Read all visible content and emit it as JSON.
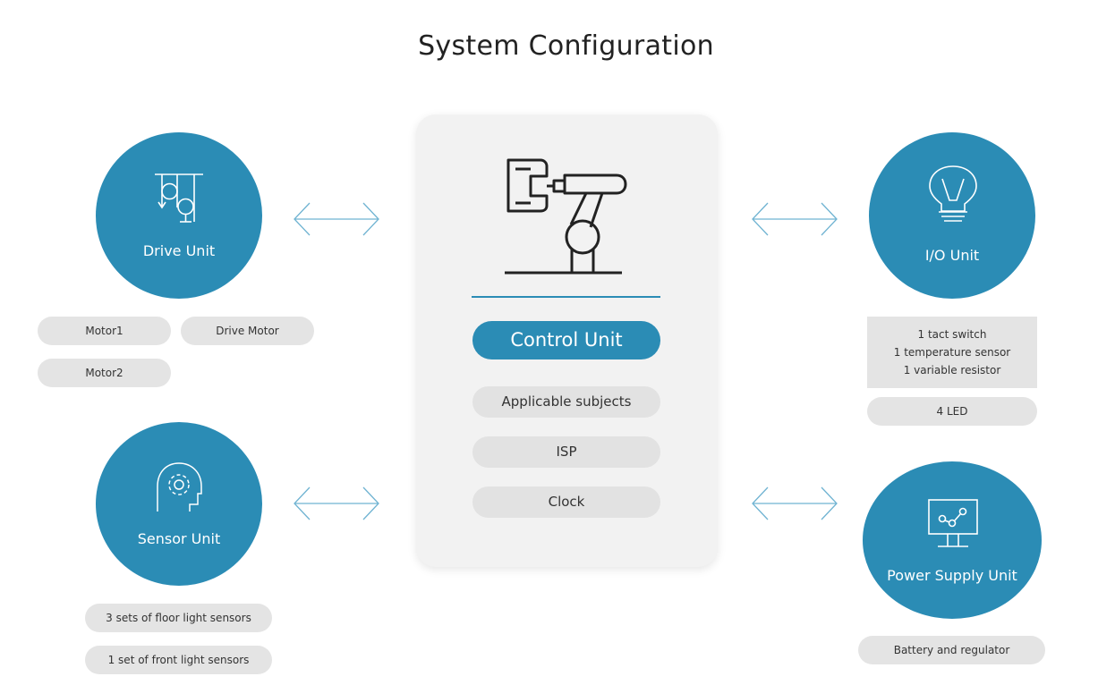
{
  "title": "System Configuration",
  "control_unit": {
    "title": "Control Unit",
    "items": [
      "Applicable subjects",
      "ISP",
      "Clock"
    ],
    "icon": "robot-arm-icon"
  },
  "drive_unit": {
    "label": "Drive Unit",
    "icon": "pulley-icon",
    "items": [
      "Motor1",
      "Drive Motor",
      "Motor2"
    ]
  },
  "sensor_unit": {
    "label": "Sensor Unit",
    "icon": "head-gear-icon",
    "items": [
      "3 sets of floor light sensors",
      "1 set of front light sensors"
    ]
  },
  "io_unit": {
    "label": "I/O Unit",
    "icon": "light-bulb-icon",
    "box_lines": [
      "1 tact switch",
      "1 temperature sensor",
      "1 variable resistor"
    ],
    "items": [
      "4 LED"
    ]
  },
  "power_unit": {
    "label": "Power Supply Unit",
    "icon": "monitor-graph-icon",
    "items": [
      "Battery and regulator"
    ]
  },
  "colors": {
    "accent": "#2b8cb5",
    "pill": "#e4e4e4",
    "panel": "#f2f2f2",
    "arrow": "#6fb3d2"
  }
}
